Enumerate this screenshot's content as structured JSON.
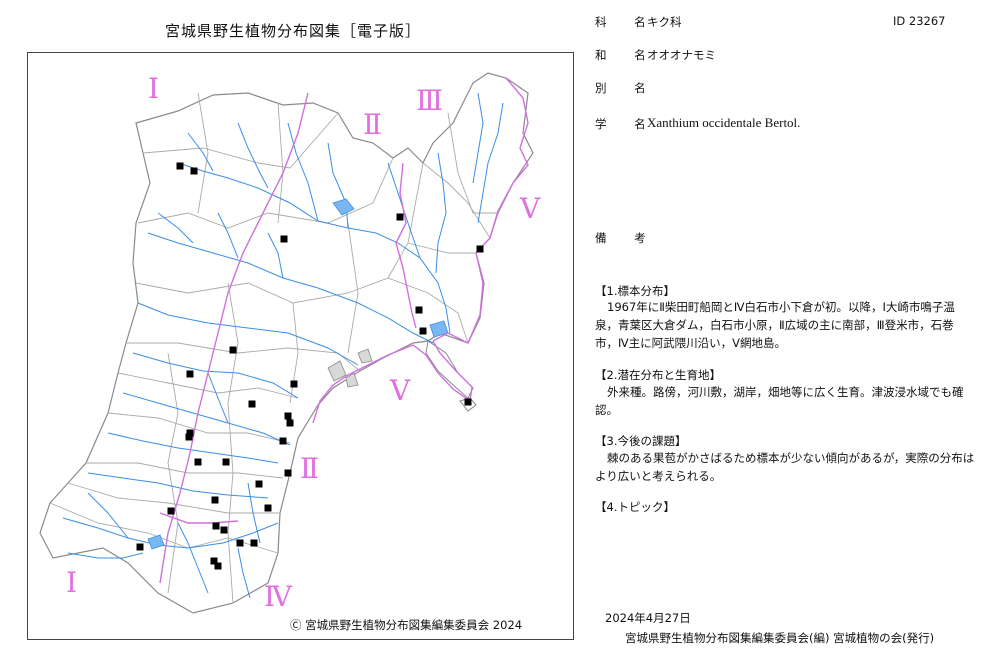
{
  "header": {
    "title": "宮城県野生植物分布図集［電子版］"
  },
  "map": {
    "region_labels": [
      {
        "id": "I-north",
        "text": "Ⅰ"
      },
      {
        "id": "II-north",
        "text": "Ⅱ"
      },
      {
        "id": "III",
        "text": "Ⅲ"
      },
      {
        "id": "V-east",
        "text": "Ⅴ"
      },
      {
        "id": "V-bay",
        "text": "Ⅴ"
      },
      {
        "id": "II-south",
        "text": "Ⅱ"
      },
      {
        "id": "I-south",
        "text": "Ⅰ"
      },
      {
        "id": "IV",
        "text": "Ⅳ"
      }
    ],
    "specimen_marker_count": 31,
    "colors": {
      "river": "#3a8ee6",
      "municipal_border": "#9a9a9a",
      "region_boundary": "#d070e0",
      "label": "#e070e0",
      "marker": "#000000"
    },
    "copyright": "Ⓒ 宮城県野生植物分布図集編集委員会  2024"
  },
  "info": {
    "family_label": "科 名",
    "family_value": "キク科",
    "japanese_label": "和 名",
    "japanese_value": "オオオナモミ",
    "alias_label": "別 名",
    "alias_value": "",
    "scientific_label": "学 名",
    "scientific_value": "Xanthium occidentale Bertol.",
    "id_text": "ID  23267",
    "remarks_label": "備 考"
  },
  "sections": [
    {
      "heading": "【1.標本分布】",
      "body": "1967年にⅡ柴田町船岡とⅣ白石市小下倉が初。以降，Ⅰ大崎市鳴子温泉，青葉区大倉ダム，白石市小原，Ⅱ広域の主に南部，Ⅲ登米市，石巻市，Ⅳ主に阿武隈川沿い，Ⅴ網地島。"
    },
    {
      "heading": "【2.潜在分布と生育地】",
      "body": "外来種。路傍，河川敷，湖岸，畑地等に広く生育。津波浸水域でも確認。"
    },
    {
      "heading": "【3.今後の課題】",
      "body": "棘のある果苞がかさばるため標本が少ない傾向があるが，実際の分布はより広いと考えられる。"
    },
    {
      "heading": "【4.トピック】",
      "body": ""
    }
  ],
  "footer": {
    "date": "2024年4月27日",
    "publisher": "宮城県野生植物分布図集編集委員会(編)  宮城植物の会(発行)"
  }
}
